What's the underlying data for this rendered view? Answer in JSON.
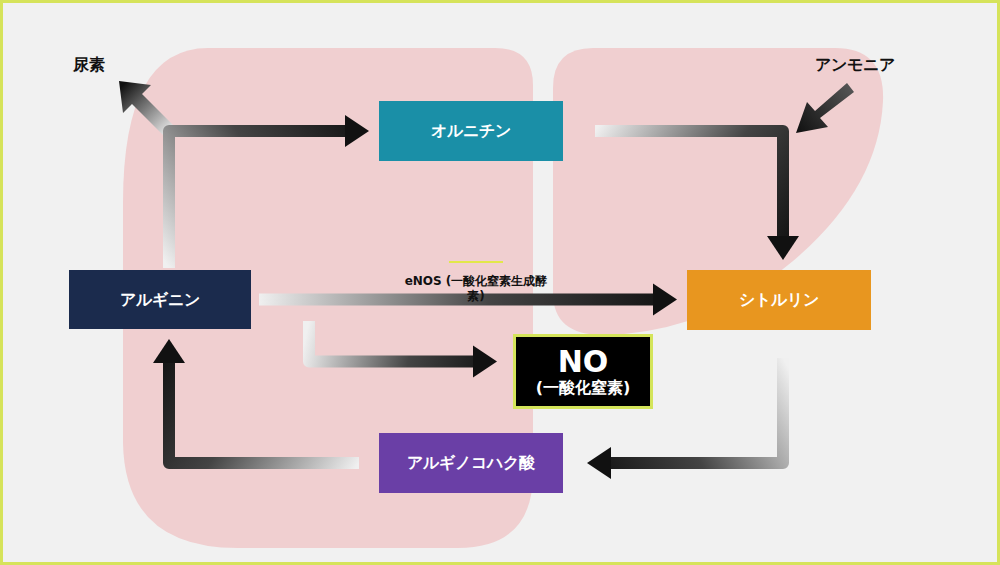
{
  "diagram": {
    "nodes": [
      {
        "text": [
          "アルギニン"
        ]
      },
      {
        "text": [
          "オルニチン"
        ]
      },
      {
        "text": [
          "シトルリン"
        ]
      },
      {
        "text": [
          "アルギノコハク酸"
        ]
      },
      {
        "text": [
          "NO",
          "(一酸化窒素)"
        ]
      }
    ],
    "edges": [
      {
        "from": 0,
        "to": 1,
        "arrow": "to"
      },
      {
        "from": 1,
        "to": 2,
        "arrow": "to"
      },
      {
        "from": 0,
        "to": 2,
        "arrow": "to",
        "label": "eNOS (一酸化窒素生成酵素)"
      },
      {
        "from": 0,
        "to": 4,
        "arrow": "to"
      },
      {
        "from": 2,
        "to": 3,
        "arrow": "to"
      },
      {
        "from": 3,
        "to": 0,
        "arrow": "to"
      }
    ],
    "labels": [
      "尿素",
      "アンモニア"
    ]
  }
}
